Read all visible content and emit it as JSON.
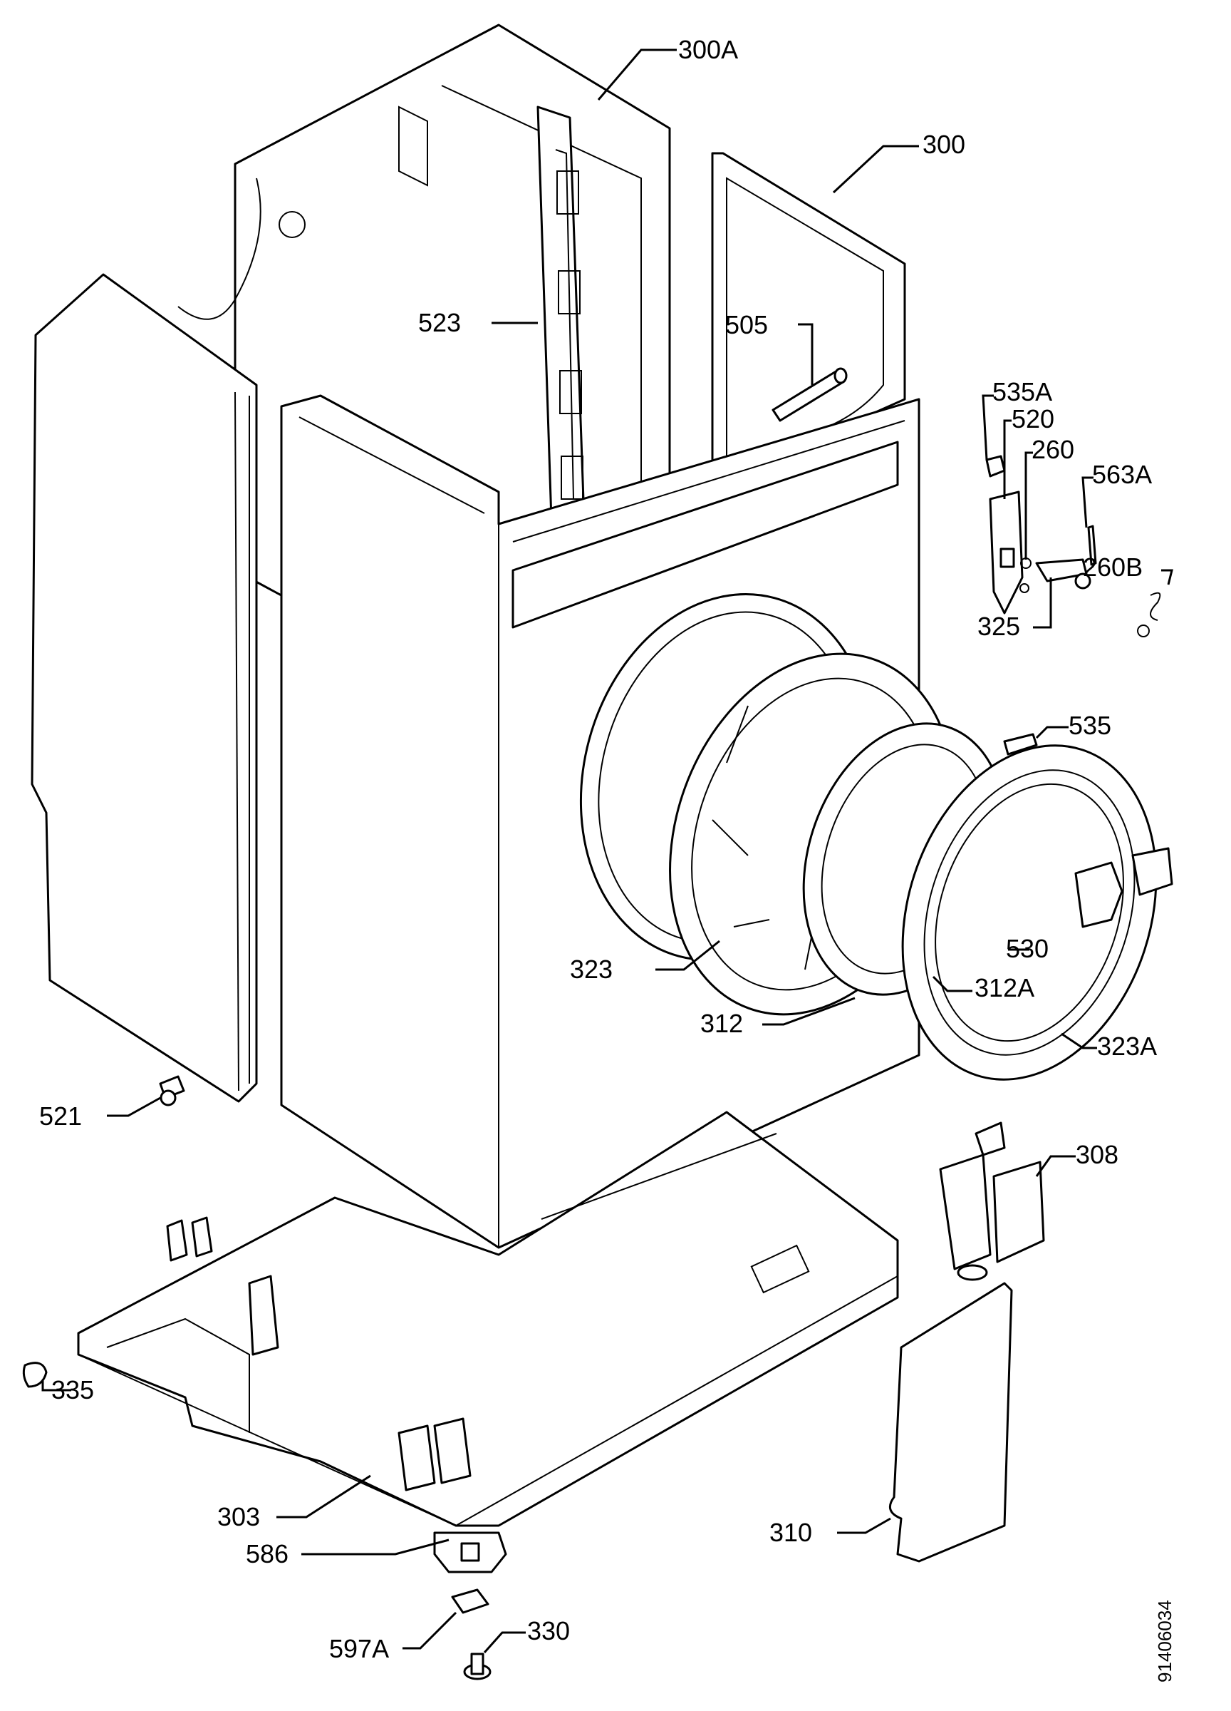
{
  "labels": {
    "l300A": "300A",
    "l300": "300",
    "l523": "523",
    "l505": "505",
    "l535A": "535A",
    "l520": "520",
    "l260": "260",
    "l563A": "563A",
    "l260B": "260B",
    "l325": "325",
    "l535": "535",
    "l530": "530",
    "l323": "323",
    "l312A": "312A",
    "l312": "312",
    "l323A": "323A",
    "l521": "521",
    "l308": "308",
    "l335": "335",
    "l303": "303",
    "l586": "586",
    "l310": "310",
    "l597A": "597A",
    "l330": "330"
  },
  "drawing_number": "91406034"
}
